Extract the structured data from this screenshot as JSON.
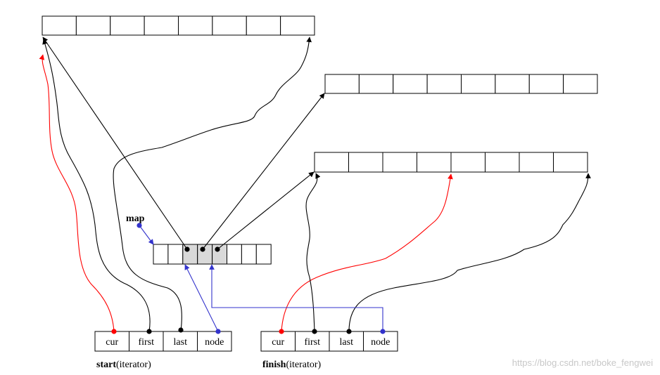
{
  "colors": {
    "cur_pointer": "#ff0000",
    "first_last_pointer": "#000000",
    "node_pointer": "#3333cc",
    "map_used_cells": "#d9d9d9",
    "watermark": "#c8c8c8"
  },
  "map": {
    "label": "map",
    "cell_count": 8,
    "used_cell_indices": [
      2,
      3,
      4
    ]
  },
  "buffers": [
    {
      "cell_count": 8
    },
    {
      "cell_count": 8
    },
    {
      "cell_count": 8
    }
  ],
  "start_iterator": {
    "name": "start",
    "suffix": "(iterator)",
    "fields": [
      "cur",
      "first",
      "last",
      "node"
    ]
  },
  "finish_iterator": {
    "name": "finish",
    "suffix": "(iterator)",
    "fields": [
      "cur",
      "first",
      "last",
      "node"
    ]
  },
  "watermark": "https://blog.csdn.net/boke_fengwei"
}
